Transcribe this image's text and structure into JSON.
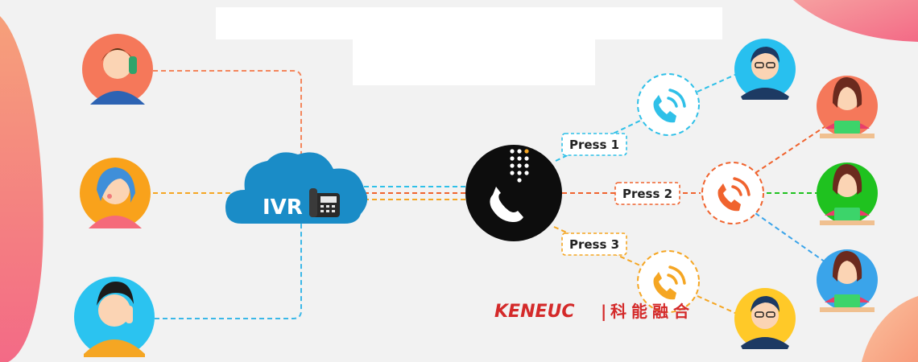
{
  "header": {
    "title_line1": "",
    "title_line2": ""
  },
  "ivr": {
    "label": "IVR",
    "phone_glyph": "📠"
  },
  "menu": [
    {
      "key": "press1",
      "label": "Press 1",
      "color": "#2fc0e8"
    },
    {
      "key": "press2",
      "label": "Press 2",
      "color": "#f0632e"
    },
    {
      "key": "press3",
      "label": "Press 3",
      "color": "#f5a623"
    }
  ],
  "callers": [
    {
      "key": "caller-top",
      "bg": "#f5785a",
      "line_color": "#f4865c"
    },
    {
      "key": "caller-middle",
      "bg": "#f9a21b",
      "line_color": "#f5a623"
    },
    {
      "key": "caller-bottom",
      "bg": "#2bc3f0",
      "line_color": "#3bb8e8"
    }
  ],
  "agents": [
    {
      "key": "agent-top-male",
      "bg": "#28c0ef"
    },
    {
      "key": "agent-right-1",
      "bg": "#f5785a"
    },
    {
      "key": "agent-right-2",
      "bg": "#1fc21f"
    },
    {
      "key": "agent-right-3",
      "bg": "#3aa4ea"
    },
    {
      "key": "agent-bottom-male",
      "bg": "#ffc928"
    }
  ],
  "brand": {
    "latin": "KENEUC",
    "separator": "|",
    "chinese": "科能融合"
  },
  "colors": {
    "background": "#f2f2f2",
    "cloud": "#1a8cc7",
    "keypad_circle": "#0d0d0d",
    "accent_pink": "#f36a86",
    "accent_peach": "#f6a07a"
  }
}
